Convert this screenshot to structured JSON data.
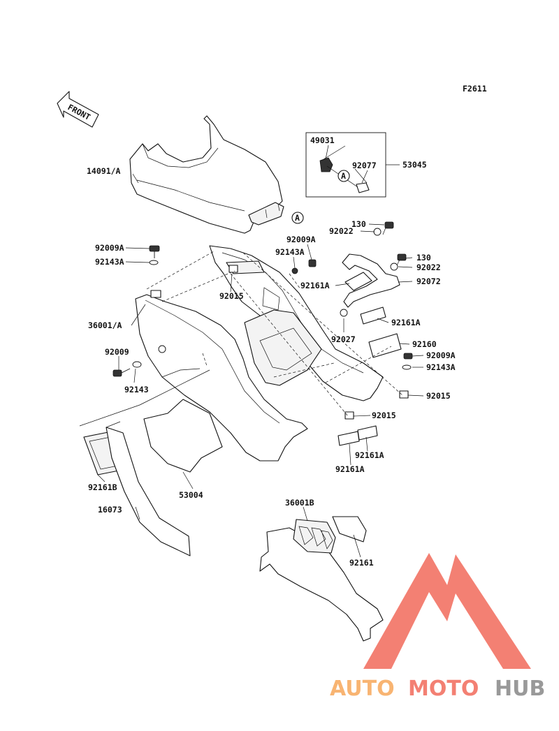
{
  "figure_id": "F2611",
  "front_label": "FRONT",
  "callout_letter": "A",
  "labels": {
    "p14091A": "14091/A",
    "p49031": "49031",
    "p92077": "92077",
    "p53045": "53045",
    "p130a": "130",
    "p92022a": "92022",
    "p92009Aa": "92009A",
    "p92143Aa": "92143A",
    "p92009Ab": "92009A",
    "p92143Ab": "92143A",
    "p130b": "130",
    "p92022b": "92022",
    "p92072": "92072",
    "p92161Aa": "92161A",
    "p92015a": "92015",
    "p36001A": "36001/A",
    "p92161Ab": "92161A",
    "p92027": "92027",
    "p92160": "92160",
    "p92009Ac": "92009A",
    "p92143Ac": "92143A",
    "p92009": "92009",
    "p92143": "92143",
    "p92015b": "92015",
    "p92015c": "92015",
    "p92161Ac": "92161A",
    "p92161Ad": "92161A",
    "p92161B": "92161B",
    "p53004": "53004",
    "p16073": "16073",
    "p36001B": "36001B",
    "p92161": "92161"
  },
  "watermark": {
    "auto": "AUTO",
    "moto": "MOTO",
    "hub": "HUB",
    "color_main": "#f26b5b",
    "color_light": "#f7a85a",
    "color_gray": "#888888"
  }
}
